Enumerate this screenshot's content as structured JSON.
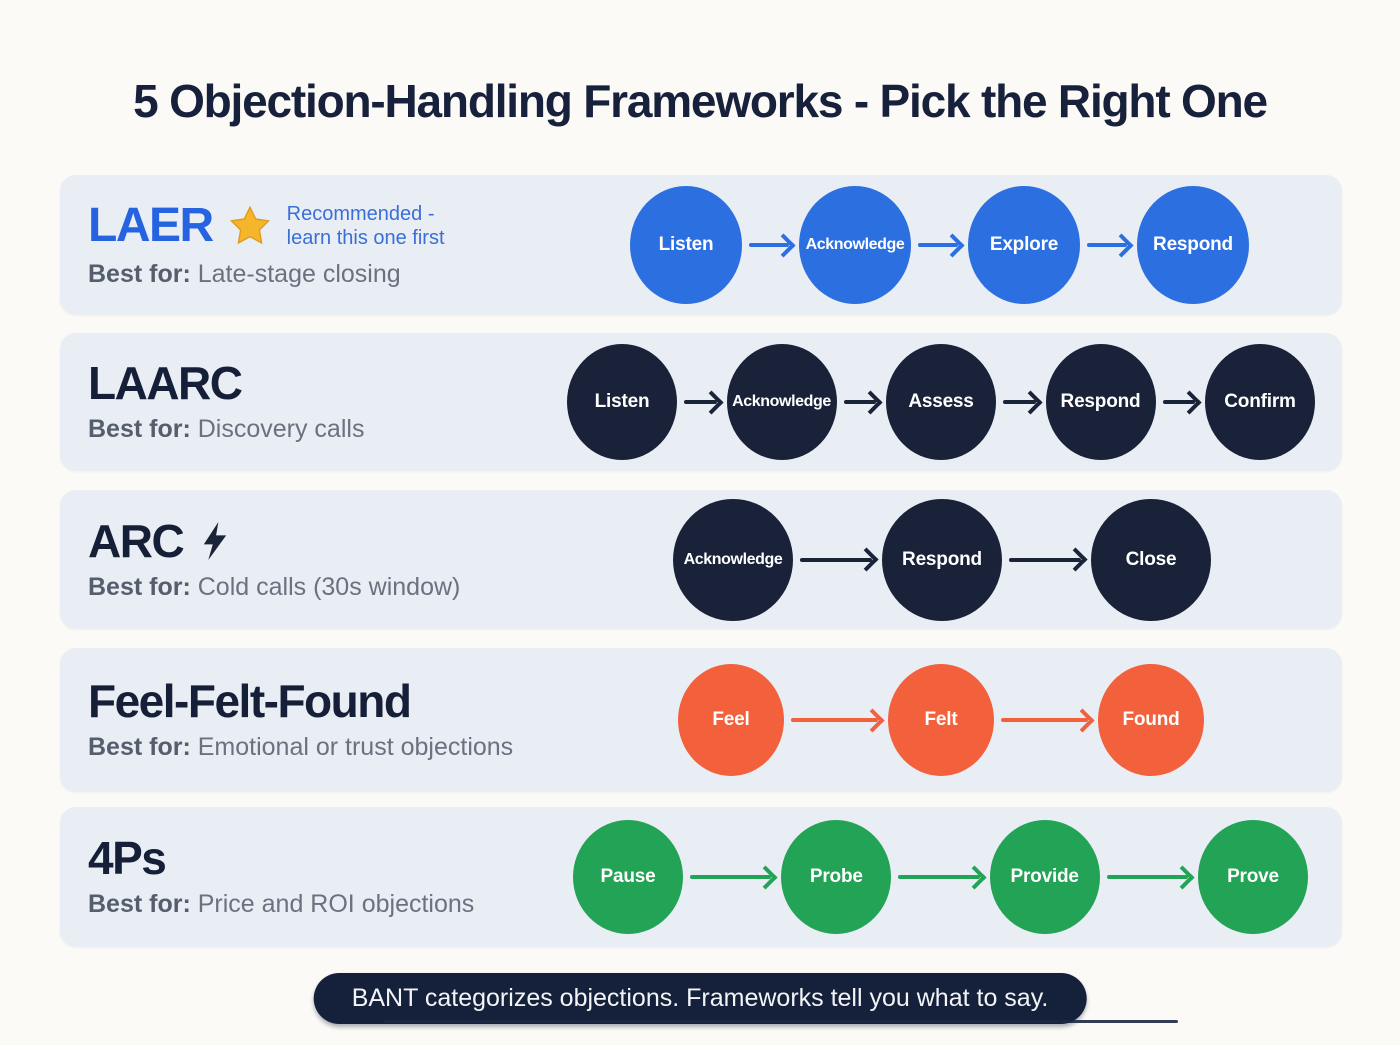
{
  "page": {
    "title": "5 Objection-Handling Frameworks - Pick the Right One",
    "background_color": "#fbfaf6",
    "card_color": "#e9edf4",
    "heading_color": "#18213c"
  },
  "labels": {
    "best_for": "Best for:"
  },
  "frameworks": [
    {
      "name": "LAER",
      "name_color": "#2563e0",
      "accent": "#2b6fe0",
      "icon": "star-icon",
      "badge_line1": "Recommended -",
      "badge_line2": "learn this one first",
      "best_for": "Late-stage closing",
      "steps": [
        "Listen",
        "Acknowledge",
        "Explore",
        "Respond"
      ]
    },
    {
      "name": "LAARC",
      "accent": "#1a2438",
      "best_for": "Discovery calls",
      "steps": [
        "Listen",
        "Acknowledge",
        "Assess",
        "Respond",
        "Confirm"
      ]
    },
    {
      "name": "ARC",
      "accent": "#1a2438",
      "icon": "lightning-icon",
      "best_for": "Cold calls (30s window)",
      "steps": [
        "Acknowledge",
        "Respond",
        "Close"
      ]
    },
    {
      "name": "Feel-Felt-Found",
      "accent": "#f2603c",
      "best_for": "Emotional or trust objections",
      "steps": [
        "Feel",
        "Felt",
        "Found"
      ]
    },
    {
      "name": "4Ps",
      "accent": "#22a355",
      "best_for": "Price and ROI objections",
      "steps": [
        "Pause",
        "Probe",
        "Provide",
        "Prove"
      ]
    }
  ],
  "footer": {
    "note": "BANT categorizes objections. Frameworks tell you what to say.",
    "pill_color": "#15203a"
  }
}
